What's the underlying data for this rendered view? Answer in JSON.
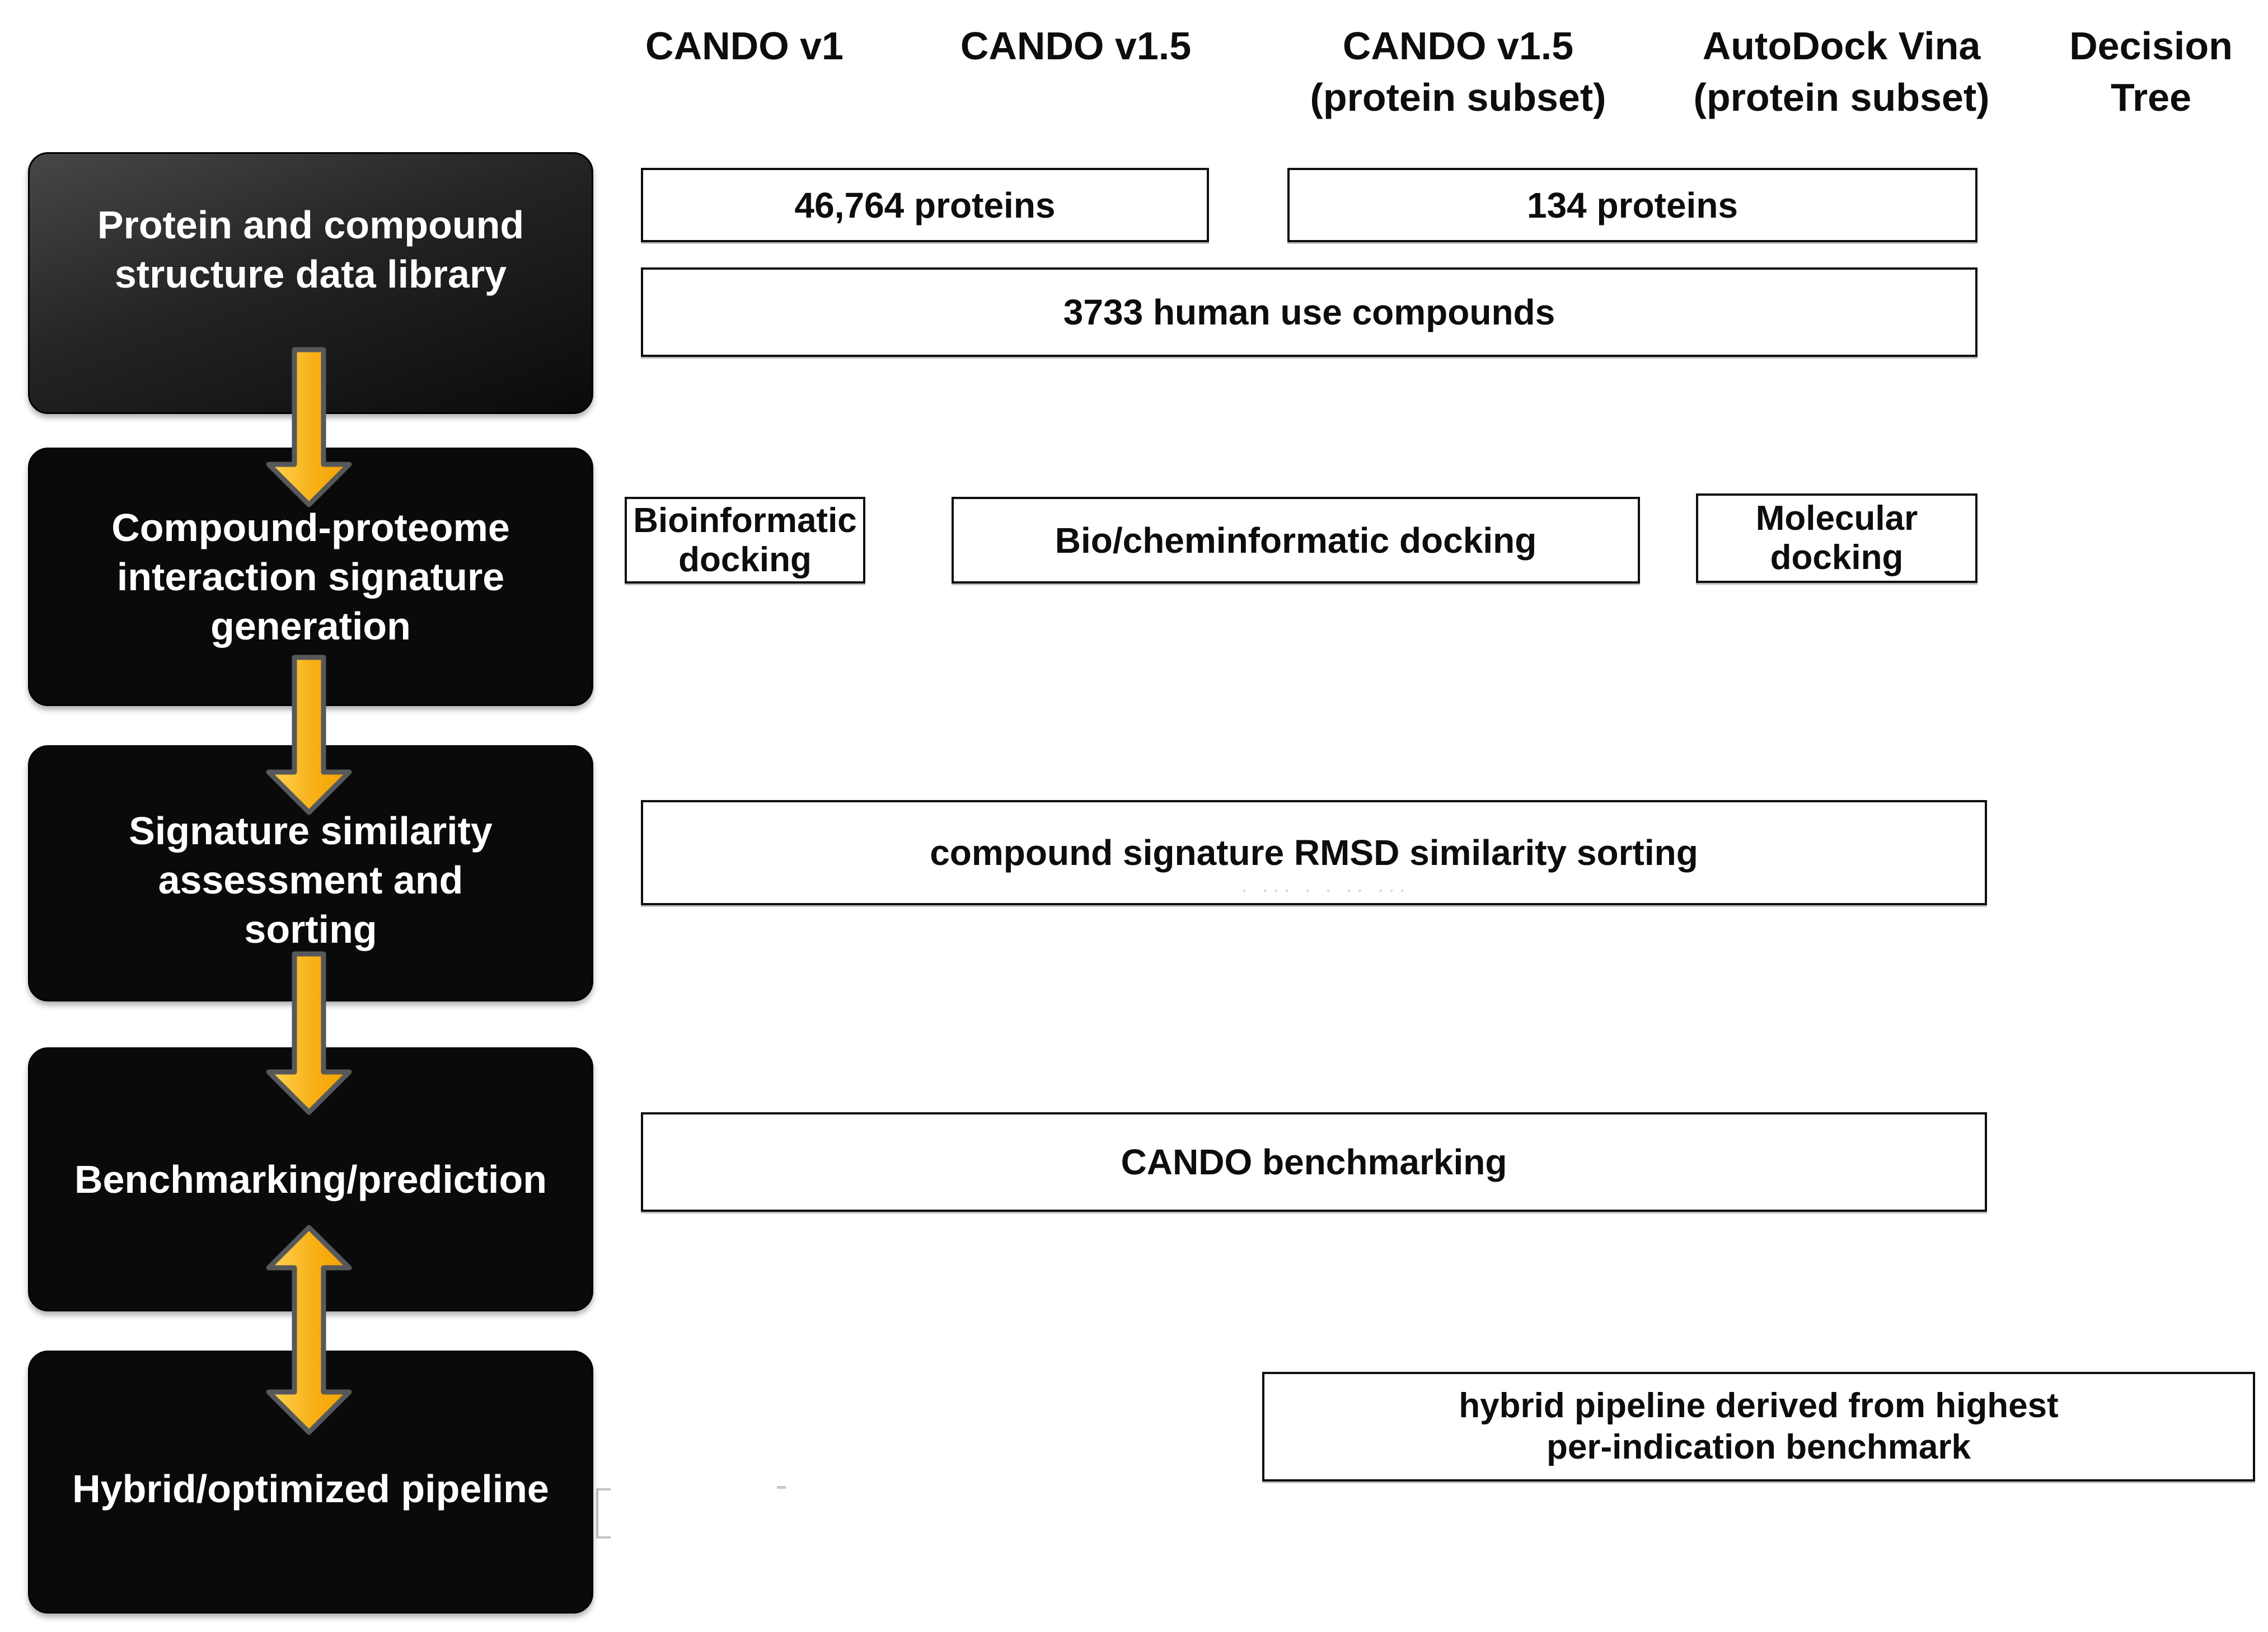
{
  "figure": {
    "description_domain": "pipeline-flow-diagram"
  },
  "headers": [
    {
      "lines": [
        "CANDO v1",
        ""
      ]
    },
    {
      "lines": [
        "CANDO v1.5",
        ""
      ]
    },
    {
      "lines": [
        "CANDO v1.5",
        "(protein subset)"
      ]
    },
    {
      "lines": [
        "AutoDock Vina",
        "(protein subset)"
      ]
    },
    {
      "lines": [
        "Decision",
        "Tree"
      ]
    }
  ],
  "steps": [
    {
      "lines": [
        "Protein and compound",
        "structure data library"
      ]
    },
    {
      "lines": [
        "Compound-proteome",
        "interaction signature",
        "generation"
      ]
    },
    {
      "lines": [
        "Signature similarity",
        "assessment and",
        "sorting"
      ]
    },
    {
      "lines": [
        "Benchmarking/prediction"
      ]
    },
    {
      "lines": [
        "Hybrid/optimized pipeline"
      ]
    }
  ],
  "boxes": {
    "proteins_large": "46,764 proteins",
    "proteins_subset": "134 proteins",
    "compounds": "3733 human use compounds",
    "bioinformatic": {
      "lines": [
        "Bioinformatic",
        "docking"
      ]
    },
    "biocheminformatic": "Bio/cheminformatic docking",
    "molecular": {
      "lines": [
        "Molecular",
        "docking"
      ]
    },
    "rmsd": "compound signature RMSD similarity sorting",
    "benchmarking": "CANDO benchmarking",
    "hybrid": {
      "lines": [
        "hybrid pipeline derived from highest",
        "per-indication benchmark"
      ]
    }
  },
  "artifacts": {
    "ghost_text": "· ··· · · ·· ···"
  },
  "colors": {
    "arrow_fill_light": "#FFD456",
    "arrow_fill_mid": "#F8B117",
    "arrow_fill_dark": "#F0A000",
    "arrow_stroke": "#57585A",
    "step_box_black": "#0A0A0A",
    "step_box_gradient_top": "#47474A",
    "text_on_dark": "#FFFFFF",
    "text_on_light": "#0D0D0D"
  }
}
